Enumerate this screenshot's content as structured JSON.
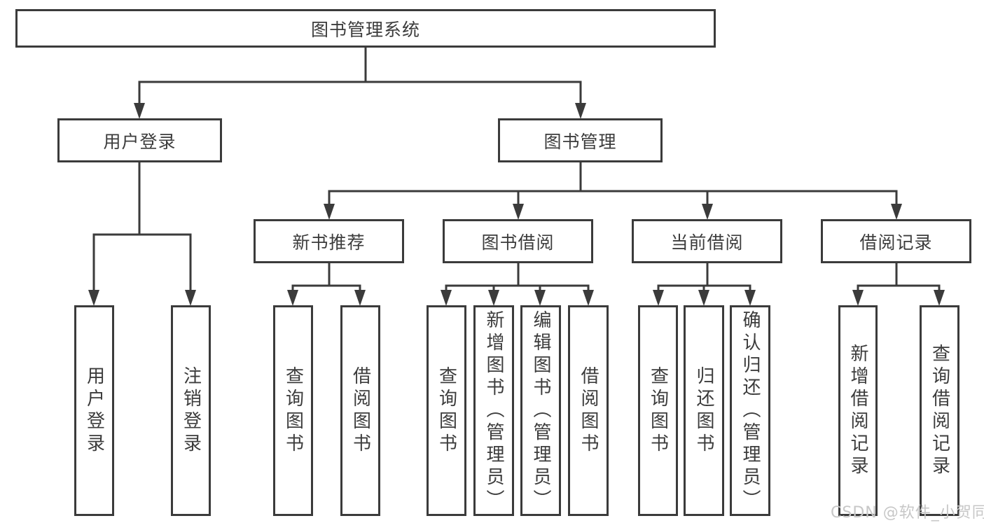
{
  "diagram": {
    "root_label": "图书管理系统",
    "user_login": {
      "label": "用户登录",
      "children": [
        "用户登录",
        "注销登录"
      ]
    },
    "book_mgmt": {
      "label": "图书管理"
    },
    "new_books": {
      "label": "新书推荐",
      "children": [
        "查询图书",
        "借阅图书"
      ]
    },
    "book_borrow": {
      "label": "图书借阅",
      "children": [
        "查询图书",
        "新增图书（管理员）",
        "编辑图书（管理员）",
        "借阅图书"
      ]
    },
    "current_borrow": {
      "label": "当前借阅",
      "children": [
        "查询图书",
        "归还图书",
        "确认归还（管理员）"
      ]
    },
    "borrow_records": {
      "label": "借阅记录",
      "children": [
        "新增借阅记录",
        "查询借阅记录"
      ]
    }
  },
  "watermark": "CSDN @软件_小贺同学",
  "colors": {
    "line": "#3b3b3b",
    "text": "#3c3c3c",
    "watermark": "#c7c7c7",
    "background": "#ffffff"
  }
}
